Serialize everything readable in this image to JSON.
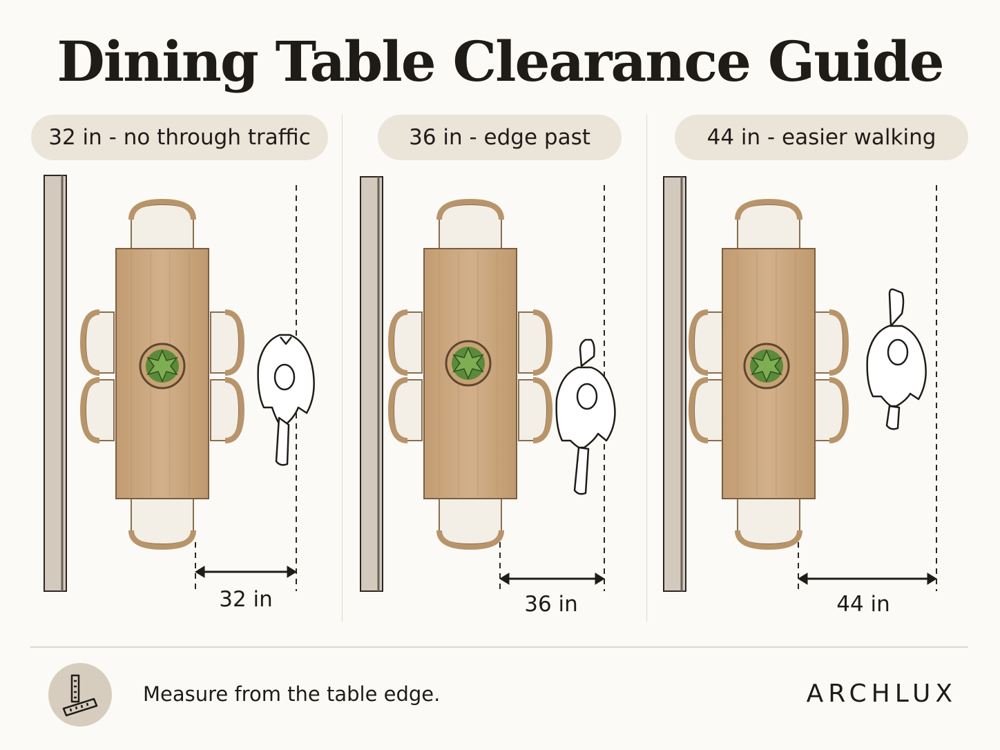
{
  "title": "Dining Table Clearance Guide",
  "panels": [
    {
      "pill": "32 in - no through traffic",
      "measurement": "32 in"
    },
    {
      "pill": "36 in - edge past",
      "measurement": "36 in"
    },
    {
      "pill": "44 in - easier walking",
      "measurement": "44 in"
    }
  ],
  "footer": {
    "note": "Measure from the table edge.",
    "brand": "ARCHLUX"
  },
  "colors": {
    "background": "#fbfaf6",
    "pill": "#ebe4d9",
    "table": "#c9a57c",
    "chair_frame": "#b8946a",
    "cushion": "#f3efe7",
    "wall": "#d3c9bc",
    "plant": "#5b8a3a"
  }
}
